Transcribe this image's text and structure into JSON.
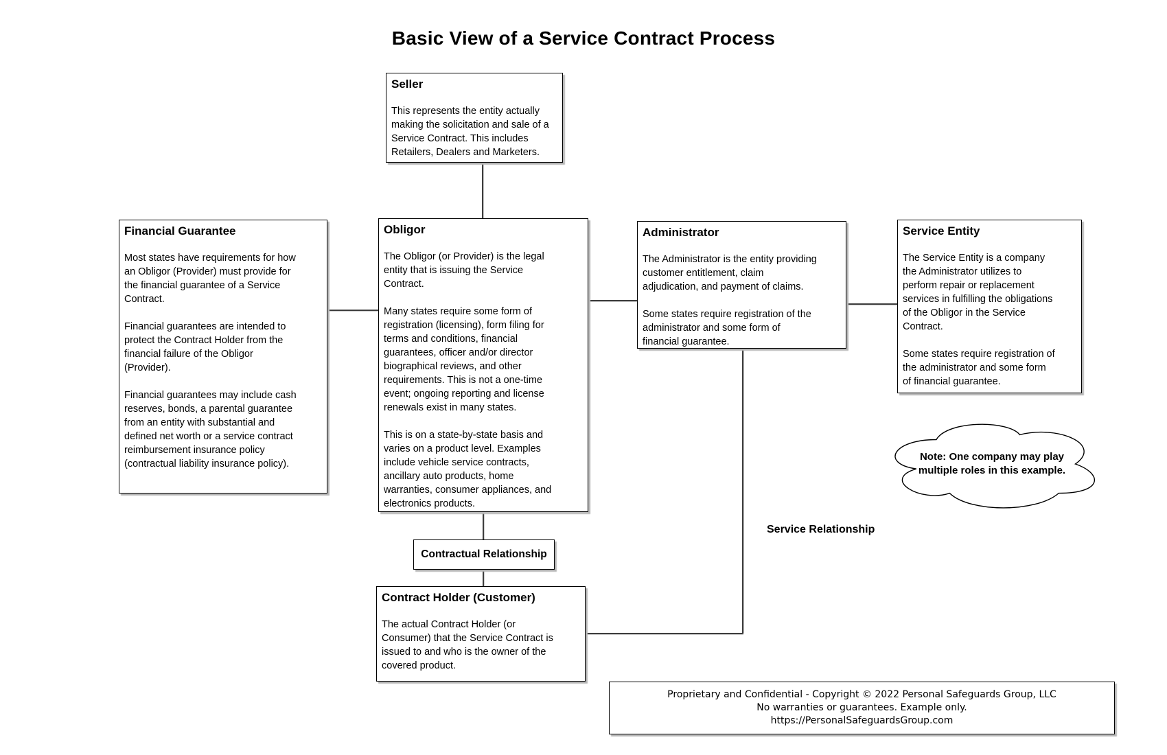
{
  "title": "Basic View of a Service Contract Process",
  "colors": {
    "border": "#000000",
    "box_background": "#ffffff",
    "shadow": "#b8b8b8",
    "text": "#000000"
  },
  "boxes": {
    "seller": {
      "heading": "Seller",
      "body": "This represents the entity actually\nmaking the solicitation and sale of a\nService Contract. This includes\nRetailers, Dealers and Marketers."
    },
    "financial_guarantee": {
      "heading": "Financial Guarantee",
      "body": "Most states have requirements for how\nan Obligor (Provider) must provide for\nthe financial guarantee of a Service\nContract.\n\nFinancial guarantees are intended to\nprotect the Contract Holder from the\nfinancial failure of the Obligor\n(Provider).\n\nFinancial guarantees may include cash\nreserves, bonds, a parental guarantee\nfrom an entity with substantial and\ndefined net worth or a service contract\nreimbursement insurance policy\n(contractual liability insurance policy)."
    },
    "obligor": {
      "heading": "Obligor",
      "body": "The Obligor (or Provider) is the legal\nentity that is issuing the Service\nContract.\n\nMany states require some form of\nregistration (licensing), form filing for\nterms and conditions, financial\nguarantees, officer and/or director\nbiographical reviews, and other\nrequirements. This is not a one-time\nevent; ongoing reporting and license\nrenewals exist in many states.\n\nThis is on a state-by-state basis and\nvaries on a product level. Examples\ninclude vehicle service contracts,\nancillary auto products, home\nwarranties, consumer appliances, and\nelectronics products."
    },
    "administrator": {
      "heading": "Administrator",
      "body": "The Administrator is the entity providing\ncustomer entitlement, claim\nadjudication, and payment of claims.\n\nSome states require registration of the\nadministrator and some form of\nfinancial guarantee."
    },
    "service_entity": {
      "heading": "Service Entity",
      "body": "The Service Entity is a company\nthe Administrator utilizes to\nperform repair or replacement\nservices in fulfilling the obligations\nof the Obligor in the Service\nContract.\n\nSome states require registration of\nthe administrator and some form\nof financial guarantee."
    },
    "contract_holder": {
      "heading": "Contract Holder (Customer)",
      "body": "The actual Contract Holder (or\nConsumer) that the Service Contract is\nissued to and who is the owner of the\ncovered product."
    }
  },
  "labels": {
    "contractual_relationship": "Contractual Relationship",
    "service_relationship": "Service Relationship"
  },
  "note": {
    "text": "Note: One company may play\nmultiple roles in this example."
  },
  "footer": {
    "text": "Proprietary and Confidential - Copyright © 2022 Personal Safeguards Group, LLC\nNo warranties or guarantees. Example only.\nhttps://PersonalSafeguardsGroup.com"
  }
}
